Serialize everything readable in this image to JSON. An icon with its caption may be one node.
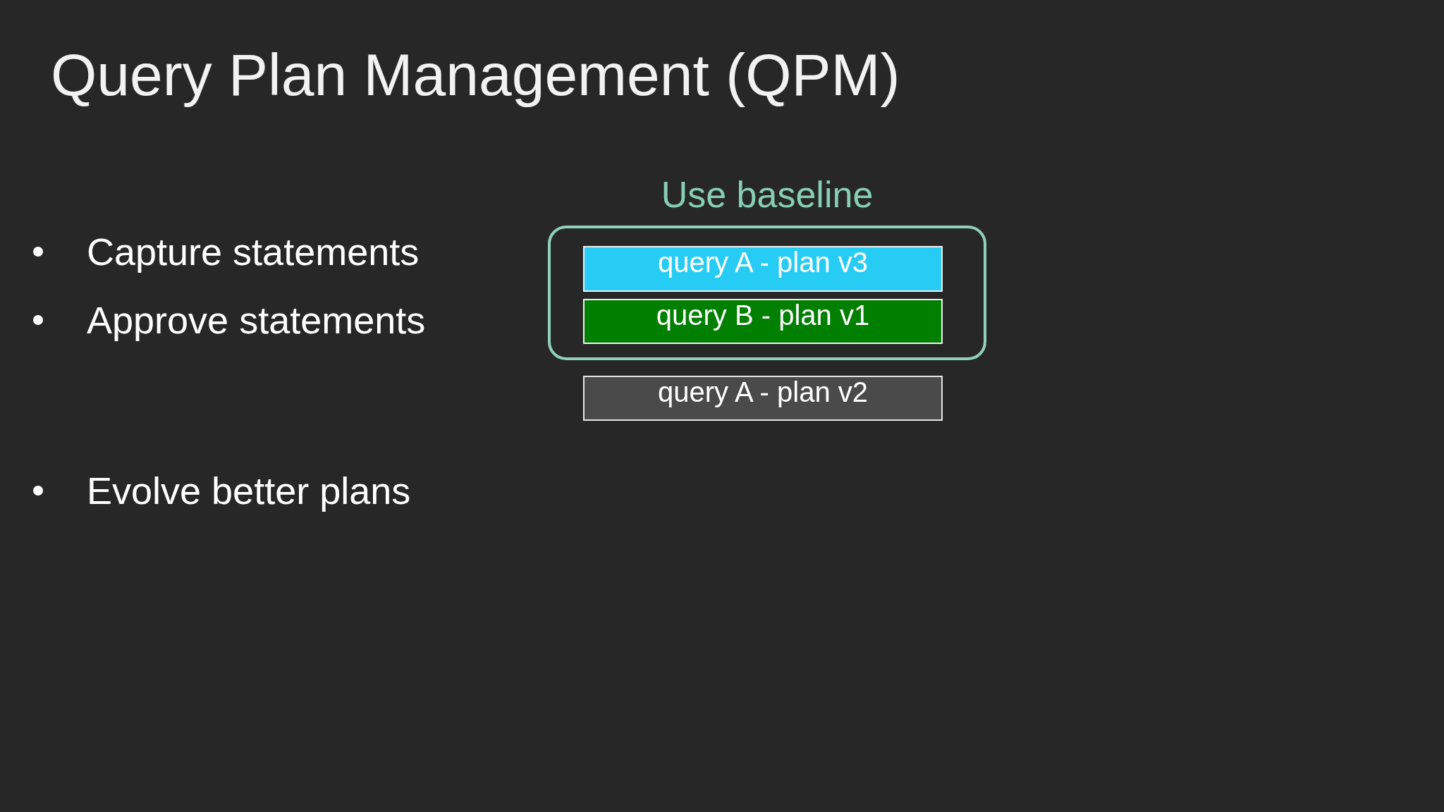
{
  "diagram": {
    "title": "Query Plan Management (QPM)",
    "nodes": [
      {
        "text": [
          "Use baseline"
        ]
      },
      {
        "text": [
          "query A - plan v3"
        ],
        "in": 0
      },
      {
        "text": [
          "query B - plan v1"
        ],
        "in": 0
      },
      {
        "text": [
          "query A - plan v2"
        ]
      }
    ],
    "labels": [
      "Capture statements",
      "Approve statements",
      "Evolve better plans"
    ]
  }
}
